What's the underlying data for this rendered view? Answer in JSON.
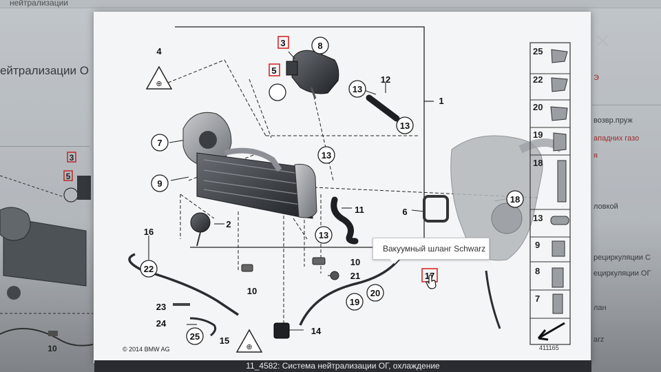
{
  "background_page": {
    "top_tab": "нейтрализации",
    "heading": "ейтрализации О",
    "right_items": [
      {
        "text": "возвр.пруж",
        "color": "normal"
      },
      {
        "text": "ападних газо",
        "color": "red"
      },
      {
        "text": "я",
        "color": "red"
      },
      {
        "text": "ловкой",
        "color": "normal"
      },
      {
        "text": "рециркуляции С",
        "color": "normal"
      },
      {
        "text": "ециркуляции ОГ",
        "color": "normal"
      },
      {
        "text": "лан",
        "color": "normal"
      },
      {
        "text": "arz",
        "color": "normal"
      }
    ],
    "right_top_red": "Э"
  },
  "diagram": {
    "callouts_circle": [
      "8",
      "13",
      "13",
      "13",
      "13",
      "7",
      "9",
      "18",
      "22",
      "25",
      "19",
      "20",
      "10"
    ],
    "callouts_plain": [
      "1",
      "2",
      "4",
      "6",
      "10",
      "11",
      "12",
      "14",
      "15",
      "16",
      "21",
      "23",
      "24"
    ],
    "callouts_boxed": [
      "3",
      "5",
      "17"
    ],
    "thumb_callouts": [
      "3",
      "5",
      "10"
    ],
    "parts_strip": [
      "25",
      "22",
      "20",
      "19",
      "18",
      "13",
      "9",
      "8",
      "7"
    ],
    "copyright": "© 2014 BMW AG",
    "image_number": "411165"
  },
  "tooltip": {
    "text": "Вакуумный шланг Schwarz"
  },
  "caption": "11_4582: Система нейтрализации ОГ, охлаждение",
  "colors": {
    "highlight_red": "#d42a2a",
    "caption_bg": "#2b2c31"
  }
}
